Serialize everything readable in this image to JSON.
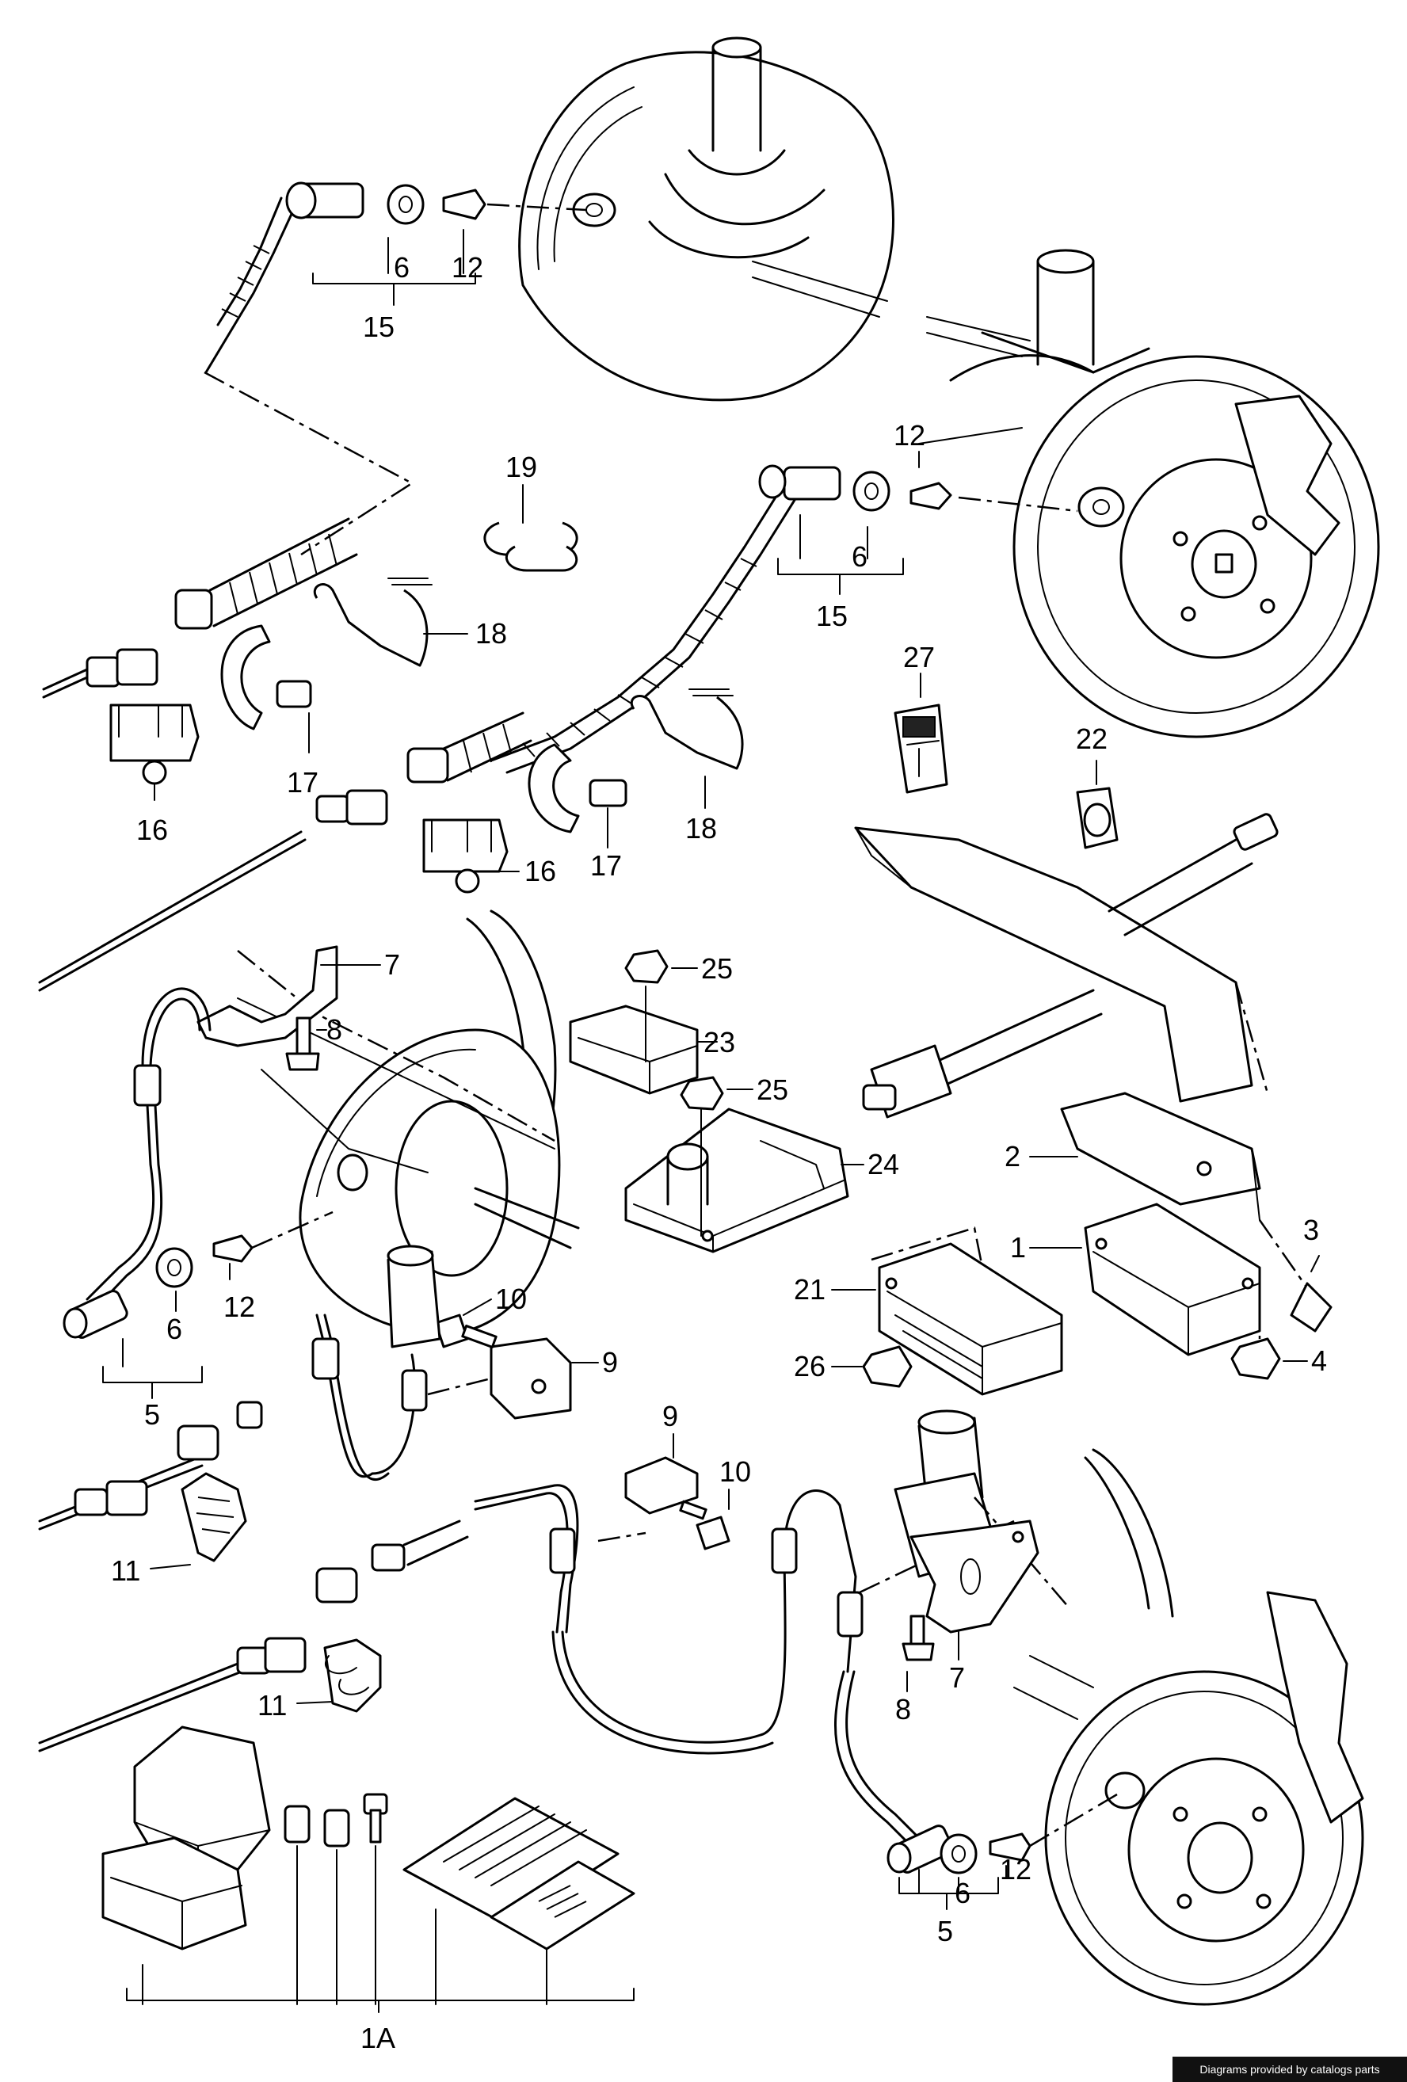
{
  "diagram": {
    "labels": {
      "l15a": "15",
      "l6a": "6",
      "l12a": "12",
      "l19": "19",
      "l12b": "12",
      "l6b": "6",
      "l15b": "15",
      "l18a": "18",
      "l17a": "17",
      "l16a": "16",
      "l27": "27",
      "l22": "22",
      "l16b": "16",
      "l17b": "17",
      "l18b": "18",
      "l7a": "7",
      "l8a": "8",
      "l25a": "25",
      "l23": "23",
      "l25b": "25",
      "l24": "24",
      "l2": "2",
      "l1": "1",
      "l3": "3",
      "l4": "4",
      "l21": "21",
      "l26": "26",
      "l6c": "6",
      "l12c": "12",
      "l5a": "5",
      "l10a": "10",
      "l9a": "9",
      "l9b": "9",
      "l10b": "10",
      "l11a": "11",
      "l11b": "11",
      "l7b": "7",
      "l8b": "8",
      "l6d": "6",
      "l12d": "12",
      "l5b": "5",
      "l1A": "1A"
    }
  },
  "footer": {
    "text": "Diagrams provided by catalogs parts"
  }
}
